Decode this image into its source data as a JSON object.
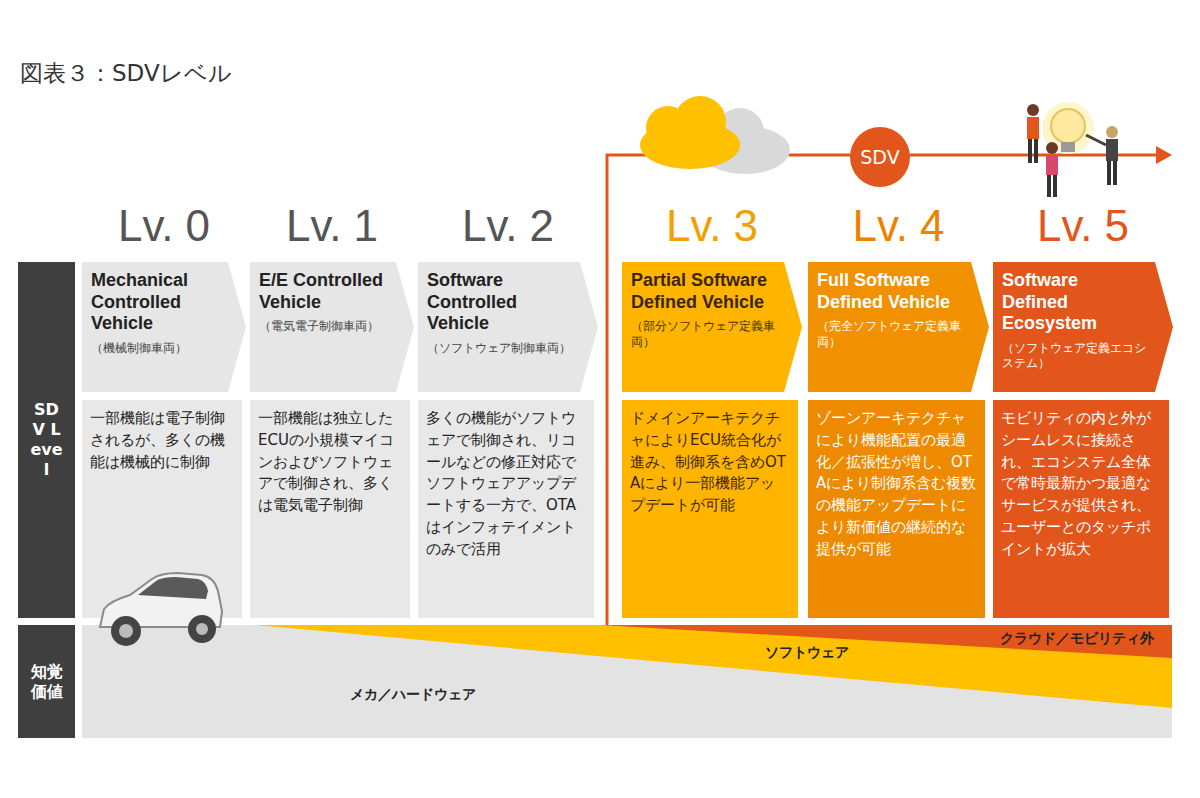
{
  "diagram": {
    "title": "図表３：SDVレベル",
    "nodes": [
      {
        "text": [
          "SDV"
        ]
      },
      {
        "text": [
          "SDV Level"
        ]
      },
      {
        "text": [
          "Lv. 0",
          "Mechanical Controlled Vehicle",
          "（機械制御車両）"
        ]
      },
      {
        "text": [
          "Lv. 1",
          "E/E Controlled Vehicle",
          "（電気電子制御車両）"
        ]
      },
      {
        "text": [
          "Lv. 2",
          "Software Controlled Vehicle",
          "（ソフトウェア制御車両）"
        ]
      },
      {
        "text": [
          "Lv. 3",
          "Partial Software Defined Vehicle",
          "（部分ソフトウェア定義車両）"
        ]
      },
      {
        "text": [
          "Lv. 4",
          "Full Software Defined Vehicle",
          "（完全ソフトウェア定義車両）"
        ]
      },
      {
        "text": [
          "Lv. 5",
          "Software Defined Ecosystem",
          "（ソフトウェア定義エコシステム）"
        ]
      },
      {
        "text": [
          "一部機能は電子制御されるが、多くの機能は機械的に制御"
        ]
      },
      {
        "text": [
          "一部機能は独立したECUの小規模マイコンおよびソフトウェアで制御され、多くは電気電子制御"
        ]
      },
      {
        "text": [
          "多くの機能がソフトウェアで制御され、リコールなどの修正対応でソフトウェアアップデートする一方で、OTAはインフォテイメントのみで活用"
        ]
      },
      {
        "text": [
          "ドメインアーキテクチャによりECU統合化が進み、制御系を含めOTAにより一部機能アップデートが可能"
        ]
      },
      {
        "text": [
          "ゾーンアーキテクチャにより機能配置の最適化／拡張性が増し、OTAにより制御系含む複数の機能アップデートにより新価値の継続的な提供が可能"
        ]
      },
      {
        "text": [
          "モビリティの内と外がシームレスに接続され、エコシステム全体で常時最新かつ最適なサービスが提供され、ユーザーとのタッチポイントが拡大"
        ]
      },
      {
        "text": [
          "知覚価値"
        ]
      }
    ],
    "labels": [
      "クラウド／モビリティ外",
      "ソフトウェア",
      "メカ／ハードウェア"
    ]
  }
}
